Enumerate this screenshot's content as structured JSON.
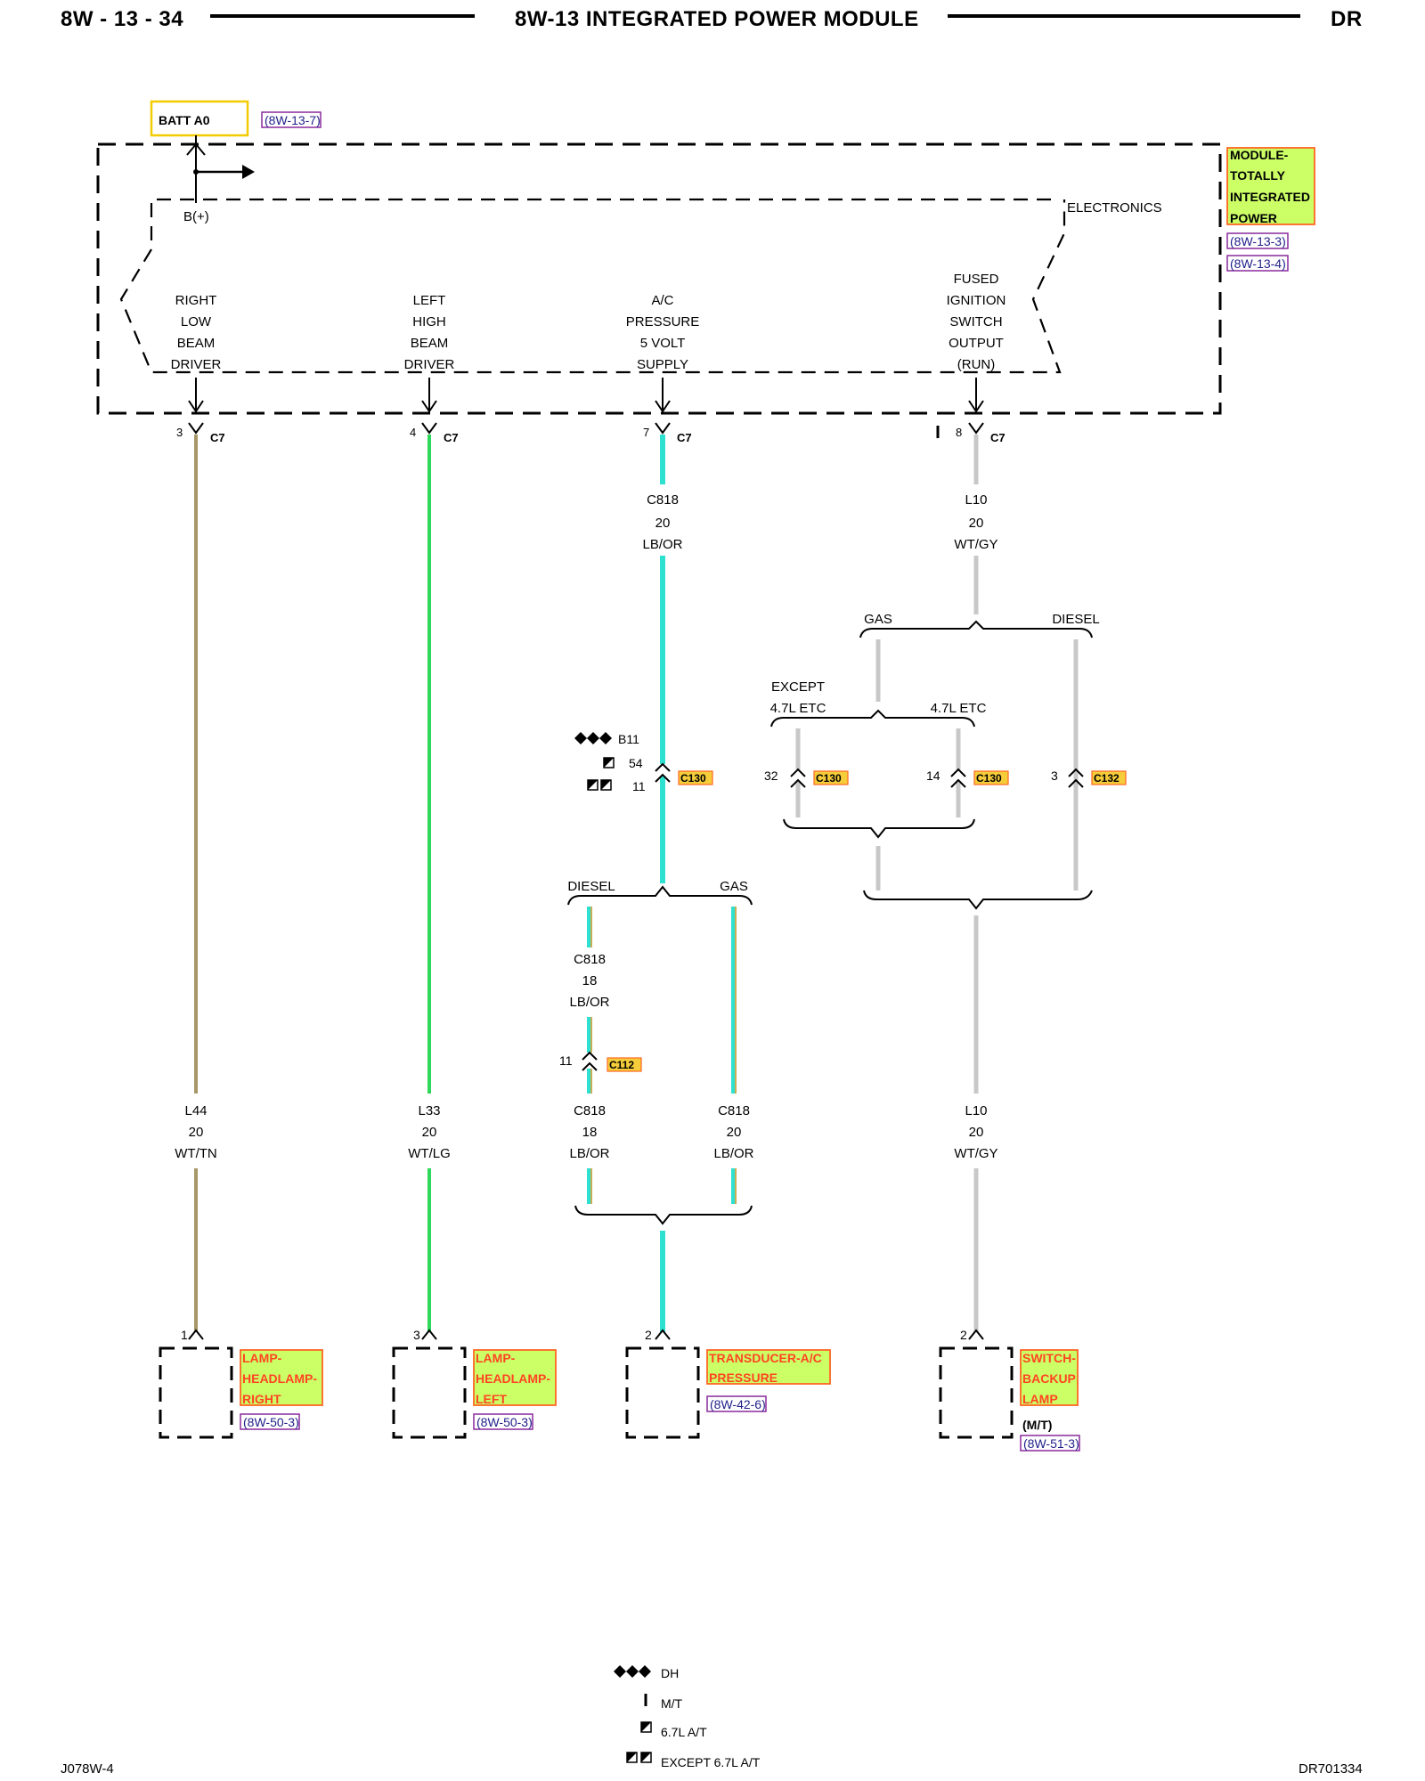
{
  "header": {
    "page_code": "8W - 13 - 34",
    "title": "8W-13 INTEGRATED POWER MODULE",
    "model": "DR"
  },
  "footer": {
    "left_code": "J078W-4",
    "right_code": "DR701334"
  },
  "battery": {
    "label": "BATT A0",
    "ref": "(8W-13-7)"
  },
  "module": {
    "name_lines": [
      "MODULE-",
      "TOTALLY",
      "INTEGRATED",
      "POWER"
    ],
    "refs": [
      "(8W-13-3)",
      "(8W-13-4)"
    ],
    "electronics_label": "ELECTRONICS",
    "bplus_label": "B(+)"
  },
  "drivers": [
    {
      "lines": [
        "RIGHT",
        "LOW",
        "BEAM",
        "DRIVER"
      ],
      "pin": "3",
      "connector": "C7"
    },
    {
      "lines": [
        "LEFT",
        "HIGH",
        "BEAM",
        "DRIVER"
      ],
      "pin": "4",
      "connector": "C7"
    },
    {
      "lines": [
        "A/C",
        "PRESSURE",
        "5 VOLT",
        "SUPPLY"
      ],
      "pin": "7",
      "connector": "C7"
    },
    {
      "lines": [
        "FUSED",
        "IGNITION",
        "SWITCH",
        "OUTPUT",
        "(RUN)"
      ],
      "pin": "8",
      "connector": "C7"
    }
  ],
  "wires": {
    "c818_top": [
      "C818",
      "20",
      "LB/OR"
    ],
    "l10_top": [
      "L10",
      "20",
      "WT/GY"
    ],
    "c818_diesel_mid": [
      "C818",
      "18",
      "LB/OR"
    ],
    "l44": [
      "L44",
      "20",
      "WT/TN"
    ],
    "l33": [
      "L33",
      "20",
      "WT/LG"
    ],
    "c818_diesel_low": [
      "C818",
      "18",
      "LB/OR"
    ],
    "c818_gas_low": [
      "C818",
      "20",
      "LB/OR"
    ],
    "l10_low": [
      "L10",
      "20",
      "WT/GY"
    ]
  },
  "branches": {
    "gas": "GAS",
    "diesel": "DIESEL",
    "except_47_line1": "EXCEPT",
    "except_47_line2": "4.7L ETC",
    "etc_47": "4.7L ETC"
  },
  "inline_connectors": {
    "c130_ac": {
      "pin_b11": "B11",
      "pin_54": "54",
      "pin_11": "11",
      "name": "C130"
    },
    "c130_32": {
      "pin": "32",
      "name": "C130"
    },
    "c130_14": {
      "pin": "14",
      "name": "C130"
    },
    "c132_3": {
      "pin": "3",
      "name": "C132"
    },
    "c112": {
      "pin": "11",
      "name": "C112"
    }
  },
  "components": [
    {
      "pin": "1",
      "lines": [
        "LAMP-",
        "HEADLAMP-",
        "RIGHT"
      ],
      "ref": "(8W-50-3)"
    },
    {
      "pin": "3",
      "lines": [
        "LAMP-",
        "HEADLAMP-",
        "LEFT"
      ],
      "ref": "(8W-50-3)"
    },
    {
      "pin": "2",
      "lines": [
        "TRANSDUCER-A/C",
        "PRESSURE"
      ],
      "ref": "(8W-42-6)"
    },
    {
      "pin": "2",
      "lines": [
        "SWITCH-",
        "BACKUP",
        "LAMP"
      ],
      "note": "(M/T)",
      "ref": "(8W-51-3)"
    }
  ],
  "legend": [
    {
      "symbol": "diamonds",
      "label": "DH"
    },
    {
      "symbol": "bar",
      "label": "M/T"
    },
    {
      "symbol": "half-square",
      "label": "6.7L A/T"
    },
    {
      "symbol": "double-half-square",
      "label": "EXCEPT 6.7L A/T"
    }
  ],
  "colors": {
    "highlight_fill": "#ccff66",
    "highlight_border": "#ff6622",
    "battery_border": "#f2cc00",
    "ref_border": "#8a2a9e",
    "ref_text": "#1f1f8a",
    "wire_wt_tn": "#a89868",
    "wire_wt_lg": "#2ed85a",
    "wire_lb_or_core": "#2ee0d0",
    "wire_lb_or_stripe": "#ff9a2a",
    "wire_wt_gy": "#c8c8c8"
  }
}
